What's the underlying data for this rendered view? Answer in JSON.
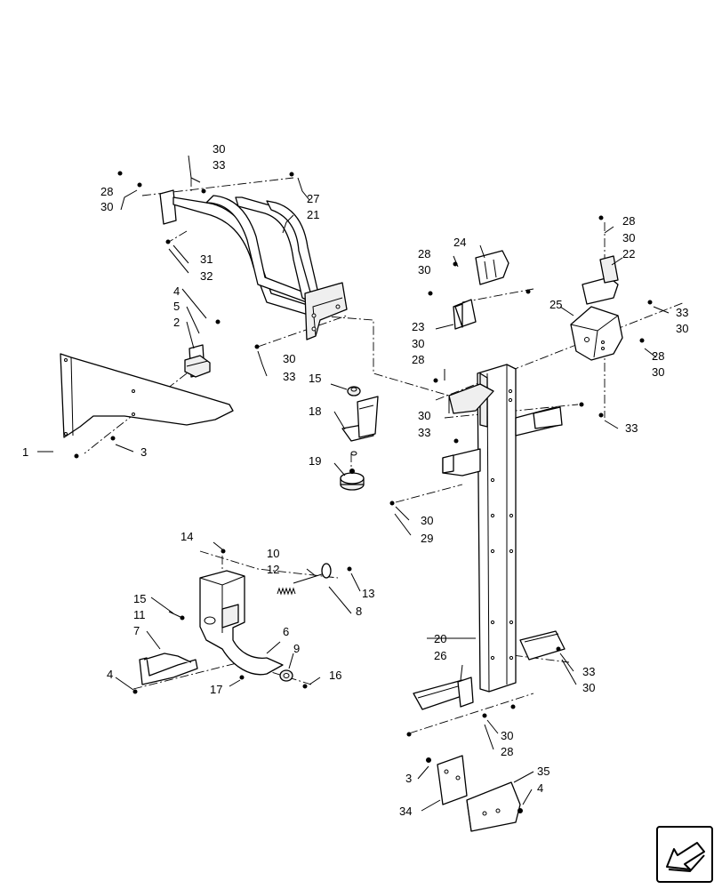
{
  "callouts": {
    "c1": "1",
    "c2": "2",
    "c3_left": "3",
    "c4_top": "4",
    "c5": "5",
    "c6": "6",
    "c7": "7",
    "c8": "8",
    "c9": "9",
    "c10": "10",
    "c11": "11",
    "c12": "12",
    "c13": "13",
    "c14": "14",
    "c15_mid": "15",
    "c15_low": "15",
    "c16": "16",
    "c17": "17",
    "c18": "18",
    "c19": "19",
    "c20": "20",
    "c21": "21",
    "c22": "22",
    "c23": "23",
    "c24": "24",
    "c25": "25",
    "c26": "26",
    "c27": "27",
    "c28_topleft": "28",
    "c28_mid": "28",
    "c28_right": "28",
    "c28_midmast": "28",
    "c28_bottom": "28",
    "c28_topright": "28",
    "c29": "29",
    "c30_top": "30",
    "c30_topleft": "30",
    "c30_left": "30",
    "c30_mid": "30",
    "c30_mast": "30",
    "c30_24": "30",
    "c30_22": "30",
    "c30_25": "30",
    "c30_right": "30",
    "c30_29": "30",
    "c30_bottom": "30",
    "c30_step": "30",
    "c31": "31",
    "c32": "32",
    "c33_top": "33",
    "c33_left": "33",
    "c33_mast": "33",
    "c33_25": "33",
    "c33_right": "33",
    "c33_step": "33",
    "c34": "34",
    "c35": "35",
    "c3_bottom": "3",
    "c4_bottom": "4",
    "c4_low": "4"
  },
  "icons": {
    "nav": "arrow-icon"
  }
}
